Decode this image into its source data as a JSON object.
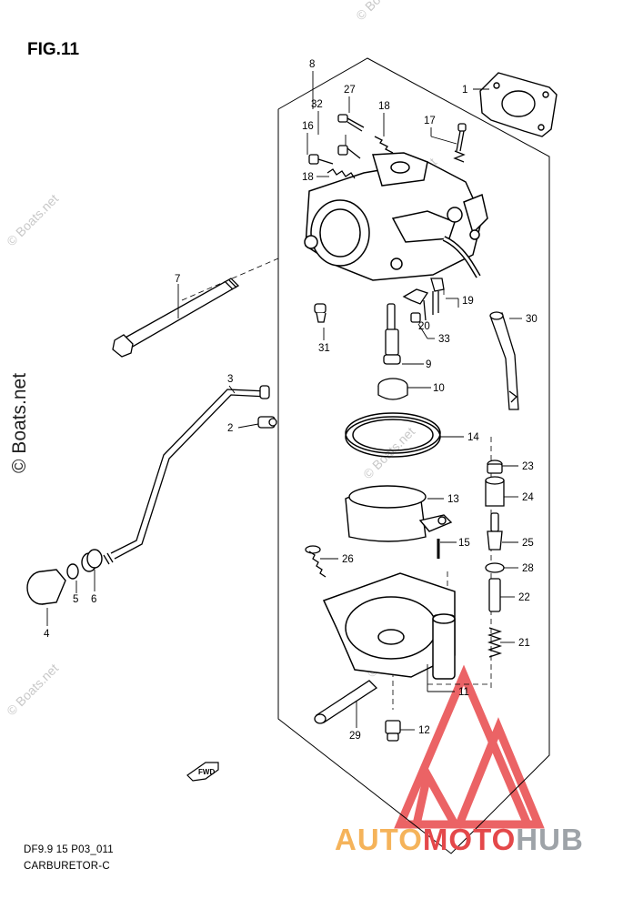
{
  "figure": {
    "title": "FIG.11",
    "code": "DF9.9 15 P03_011",
    "section": "CARBURETOR-C",
    "fwd_label": "FWD"
  },
  "watermarks": {
    "boats": "© Boats.net",
    "brand_part1": "AUTO",
    "brand_part2": "MOTO",
    "brand_part3": "HUB"
  },
  "colors": {
    "line": "#000000",
    "brand_orange": "#f5b35a",
    "brand_red": "#e4484a",
    "brand_gray": "#9ea3a8",
    "triangle": "#e8484b"
  },
  "callouts": [
    "1",
    "2",
    "3",
    "4",
    "5",
    "6",
    "7",
    "8",
    "9",
    "10",
    "11",
    "12",
    "13",
    "14",
    "15",
    "16",
    "17",
    "18",
    "18",
    "19",
    "20",
    "21",
    "22",
    "23",
    "24",
    "25",
    "26",
    "27",
    "28",
    "29",
    "30",
    "31",
    "32",
    "33"
  ]
}
